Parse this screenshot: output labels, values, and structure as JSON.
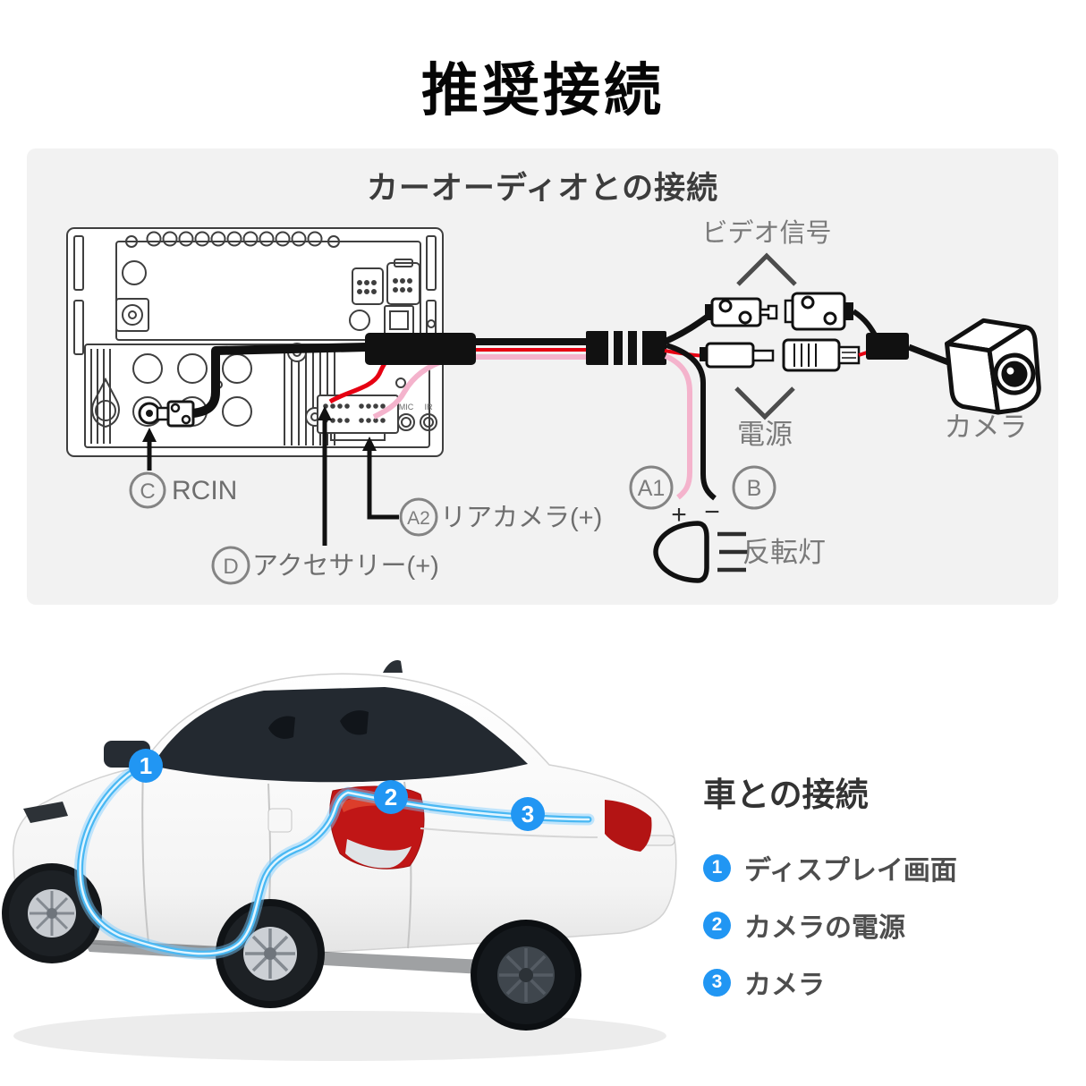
{
  "title": "推奨接続",
  "audio_section": {
    "heading": "カーオーディオとの接続",
    "labels": {
      "video_signal": "ビデオ信号",
      "power": "電源",
      "camera": "カメラ",
      "reverse_light": "反転灯",
      "rcin": "RCIN",
      "rear_camera": "リアカメラ(+)",
      "accessory": "アクセサリー(+)",
      "mic": "MIC",
      "ir": "IR",
      "plus": "+",
      "minus": "−"
    },
    "badges": {
      "c": "C",
      "a2": "A2",
      "d": "D",
      "a1": "A1",
      "b": "B"
    }
  },
  "car_section": {
    "heading": "車との接続",
    "items": [
      {
        "num": "1",
        "label": "ディスプレイ画面"
      },
      {
        "num": "2",
        "label": "カメラの電源"
      },
      {
        "num": "3",
        "label": "カメラ"
      }
    ]
  },
  "colors": {
    "accent_blue": "#2196f3",
    "cable_blue": "#49b8f3",
    "wire_red": "#e60012",
    "wire_pink": "#f4b3cc",
    "panel_bg": "#f2f2f2"
  }
}
